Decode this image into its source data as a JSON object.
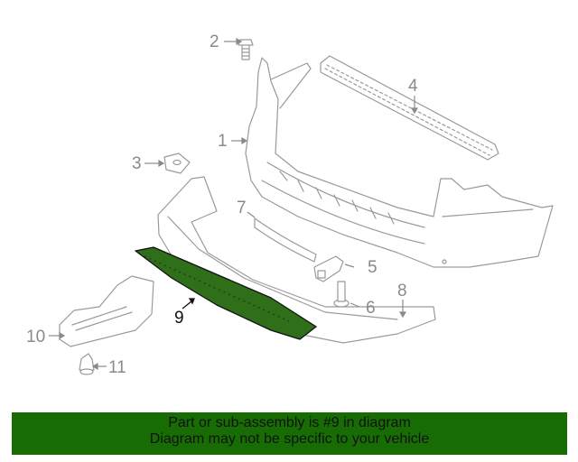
{
  "diagram": {
    "highlight_color": "#2f6f1a",
    "line_color": "#9a9a9a",
    "highlighted_part": "9",
    "callouts": [
      {
        "id": "1",
        "label": "1"
      },
      {
        "id": "2",
        "label": "2"
      },
      {
        "id": "3",
        "label": "3"
      },
      {
        "id": "4",
        "label": "4"
      },
      {
        "id": "5",
        "label": "5"
      },
      {
        "id": "6",
        "label": "6"
      },
      {
        "id": "7",
        "label": "7"
      },
      {
        "id": "8",
        "label": "8"
      },
      {
        "id": "9",
        "label": "9"
      },
      {
        "id": "10",
        "label": "10"
      },
      {
        "id": "11",
        "label": "11"
      }
    ]
  },
  "banner": {
    "background": "#176d04",
    "line1": "Part or sub-assembly is #9 in diagram",
    "line2": "Diagram may not be specific to your vehicle"
  }
}
